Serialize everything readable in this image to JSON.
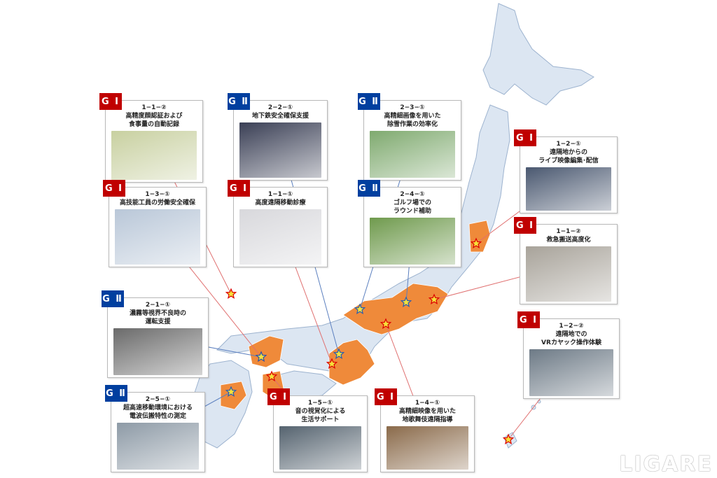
{
  "colors": {
    "group1": "#c00000",
    "group2": "#003f9f",
    "selected_region": "#ef8a3a",
    "land": "#dce6f2",
    "land_border": "#9db3cf",
    "star": "#f5e23a"
  },
  "cards": [
    {
      "group": "G Ⅰ",
      "code": "1−1−②",
      "title": "高精度顔認証および\n食事量の自動記録",
      "photo": "meal-trays-photo"
    },
    {
      "group": "G Ⅱ",
      "code": "2−2−①",
      "title": "地下鉄安全確保支援",
      "photo": "subway-train-photo"
    },
    {
      "group": "G Ⅱ",
      "code": "2−3−①",
      "title": "高精細画像を用いた\n除雪作業の効率化",
      "photo": "snow-loader-photo"
    },
    {
      "group": "G Ⅰ",
      "code": "1−3−①",
      "title": "高技能工員の労働安全確保",
      "photo": "construction-crane-photo"
    },
    {
      "group": "G Ⅰ",
      "code": "1−1−①",
      "title": "高度遠隔移動診療",
      "photo": "medical-truck-photo"
    },
    {
      "group": "G Ⅱ",
      "code": "2−4−①",
      "title": "ゴルフ場での\nラウンド補助",
      "photo": "golf-course-photo"
    },
    {
      "group": "G Ⅰ",
      "code": "1−2−①",
      "title": "遠隔地からの\nライブ映像編集･配信",
      "photo": "video-editing-room-photo"
    },
    {
      "group": "G Ⅰ",
      "code": "1−1−②",
      "title": "救急搬送高度化",
      "photo": "emergency-monitor-photo"
    },
    {
      "group": "G Ⅰ",
      "code": "1−2−②",
      "title": "遠隔地での\nVRカヤック操作体験",
      "photo": "vr-kayak-photo"
    },
    {
      "group": "G Ⅱ",
      "code": "2−1−①",
      "title": "濃霧等視界不良時の\n運転支援",
      "photo": "infrared-road-photo"
    },
    {
      "group": "G Ⅱ",
      "code": "2−5−①",
      "title": "超高速移動環境における\n電波伝搬特性の測定",
      "photo": "race-track-photo"
    },
    {
      "group": "G Ⅰ",
      "code": "1−5−①",
      "title": "音の視覚化による\n生活サポート",
      "photo": "outdoor-performance-photo"
    },
    {
      "group": "G Ⅰ",
      "code": "1−4−①",
      "title": "高精細映像を用いた\n地歌舞伎遠隔指導",
      "photo": "kabuki-stage-photo"
    }
  ],
  "watermark": "LIGARE"
}
